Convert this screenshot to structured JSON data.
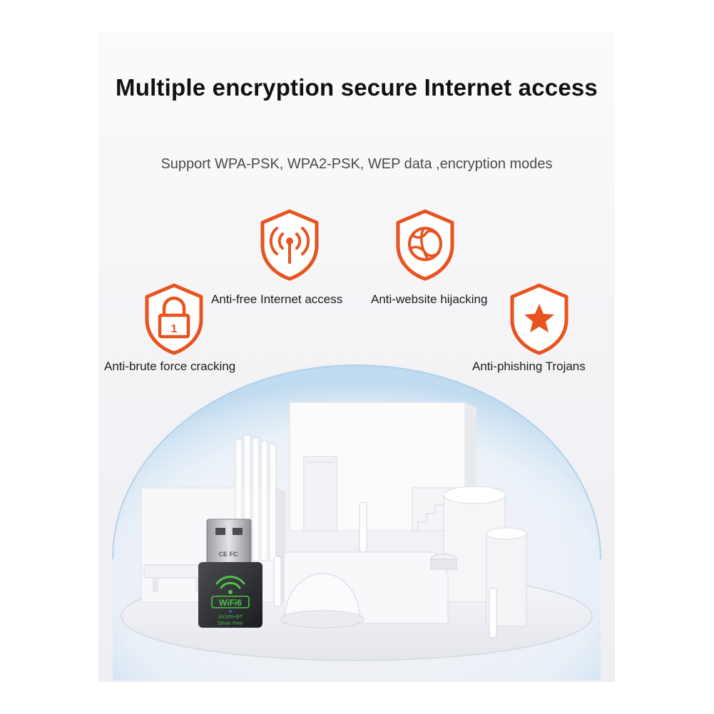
{
  "heading": {
    "title": "Multiple encryption secure Internet access",
    "subtitle": "Support WPA-PSK, WPA2-PSK, WEP data ,encryption modes"
  },
  "features": [
    {
      "label": "Anti-free Internet access",
      "icon": "antenna-shield-icon"
    },
    {
      "label": "Anti-website hijacking",
      "icon": "globe-shield-icon"
    },
    {
      "label": "Anti-brute force cracking",
      "icon": "padlock-shield-icon"
    },
    {
      "label": "Anti-phishing Trojans",
      "icon": "star-shield-icon"
    }
  ],
  "product": {
    "badge": "WiFi6",
    "model": "AX300+BT",
    "note": "Driver Free"
  },
  "colors": {
    "accent": "#e8531f",
    "text": "#111111",
    "dome": "#cfe6f7"
  }
}
